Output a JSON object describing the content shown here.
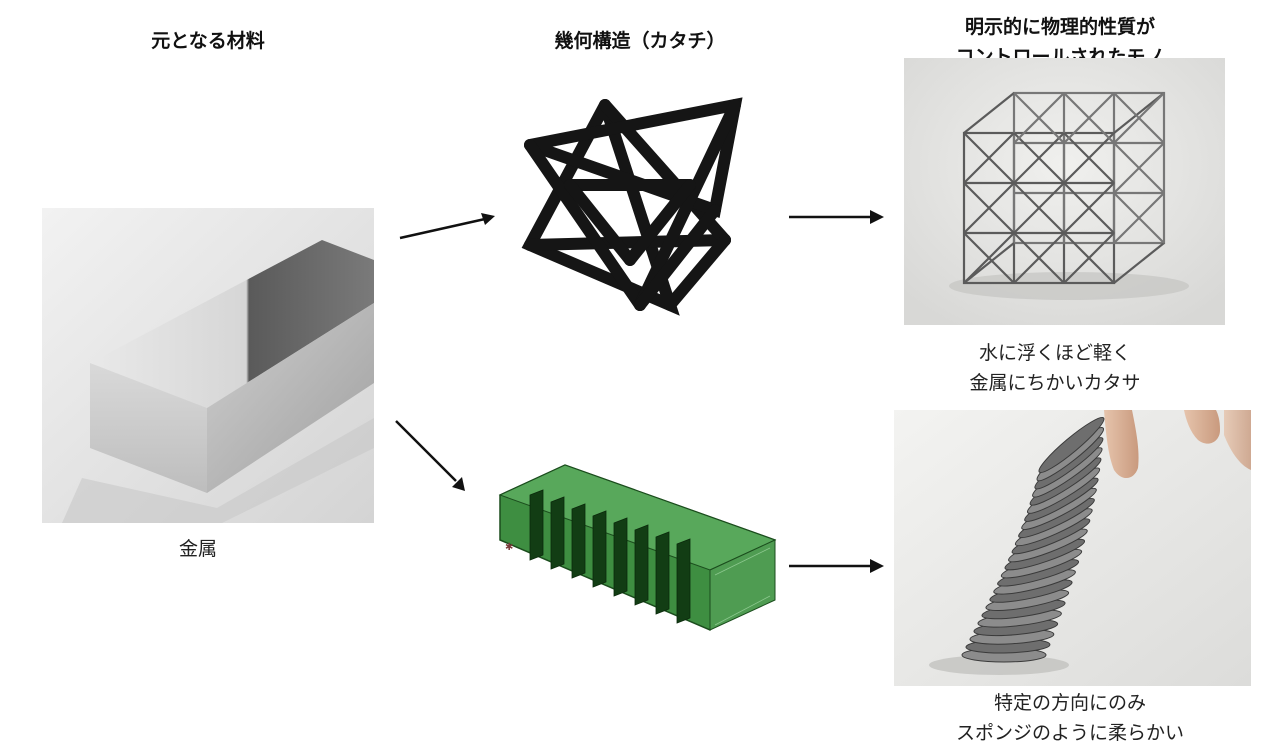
{
  "columns": {
    "material": {
      "heading": "元となる材料"
    },
    "geometry": {
      "heading": "幾何構造（カタチ）"
    },
    "result": {
      "heading_lines": [
        "明示的に物理的性質が",
        "コントロールされたモノ"
      ]
    }
  },
  "captions": {
    "metal": "金属",
    "lattice_result": [
      "水に浮くほど軽く",
      "金属にちかいカタサ"
    ],
    "spring_result": [
      "特定の方向にのみ",
      "スポンジのように柔らかい"
    ]
  },
  "icons": {
    "arrow": "arrow-right-icon"
  }
}
